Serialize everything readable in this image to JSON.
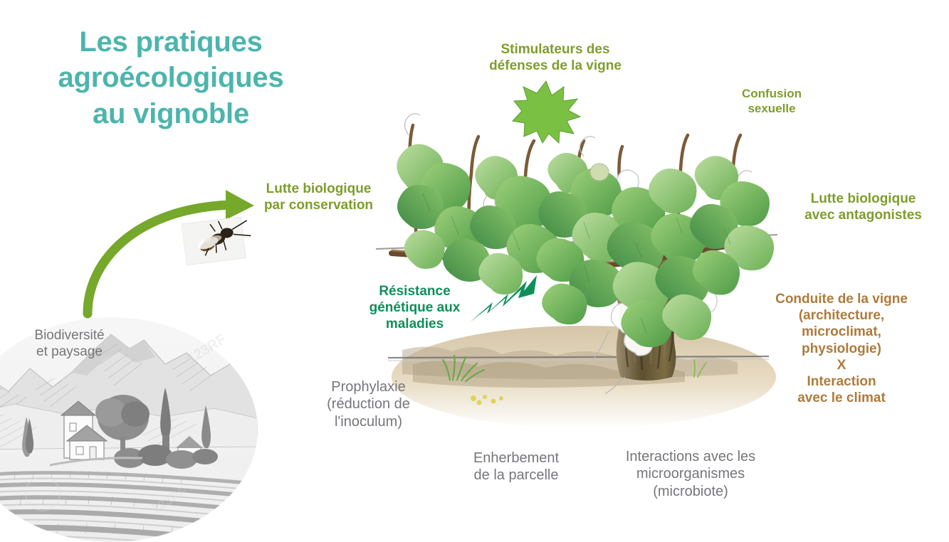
{
  "page": {
    "title": "Les pratiques\nagroécologiques\nau vignoble",
    "background_color": "#FFFFFF"
  },
  "colors": {
    "title_teal": "#4CB5AC",
    "olive_green": "#7E9E2A",
    "bright_green": "#7AC143",
    "dark_green": "#0E8F5A",
    "brown": "#AE7B3C",
    "gray": "#6E6E73",
    "arrow_green": "#76A82C"
  },
  "labels": {
    "stimulateurs": "Stimulateurs des\ndéfenses de la vigne",
    "confusion": "Confusion\nsexuelle",
    "lutte_antagonistes": "Lutte biologique\navec antagonistes",
    "conduite": "Conduite de la vigne\n(architecture,\nmicroclimat,\nphysiologie)\nX\nInteraction\navec le climat",
    "lutte_conservation": "Lutte biologique\npar conservation",
    "resistance": "Résistance\ngénétique aux\nmaladies",
    "prophylaxie": "Prophylaxie\n(réduction de\nl'inoculum)",
    "enherbement": "Enherbement\nde la parcelle",
    "interactions": "Interactions avec les\nmicroorganismes\n(microbiote)",
    "biodiversite": "Biodiversité\net paysage"
  },
  "graphics": {
    "starburst": "green-starburst-icon",
    "bolt": "green-lightning-arrow-icon",
    "curve_arrow": "green-curved-arrow-icon",
    "wasp_photo": "parasitoid-wasp-photo",
    "vine_illustration": "grapevine-illustration",
    "landscape_sketch": "vineyard-landscape-sketch",
    "watermark": "123RF"
  }
}
